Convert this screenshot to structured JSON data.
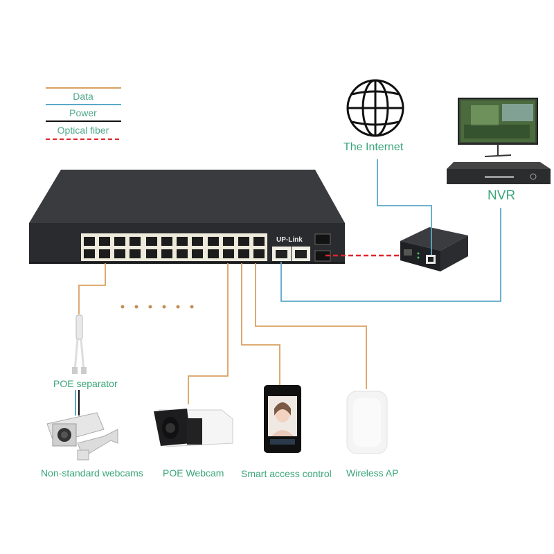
{
  "legend": {
    "items": [
      {
        "label": "Data",
        "color": "#d9a061",
        "style": "solid"
      },
      {
        "label": "Power",
        "color": "#5aa8c8",
        "style": "solid"
      },
      {
        "label": "Optical fiber",
        "color": "#111111",
        "style": "solid"
      },
      {
        "separator": "dashed",
        "color": "#e0242a"
      }
    ]
  },
  "nodes": {
    "internet": {
      "label": "The Internet",
      "icon": "globe-icon"
    },
    "nvr": {
      "label": "NVR",
      "icon": "monitor-nvr"
    },
    "switch": {
      "uplink_label": "UP-Link",
      "port_count": 24,
      "uplink_rj45": 2,
      "sfp_ports": 2
    },
    "media_converter": {
      "icon": "media-converter"
    },
    "poe_separator": {
      "label": "POE separator"
    },
    "devices": [
      {
        "label": "Non-standard webcams",
        "icon": "bullet-camera-mount"
      },
      {
        "label": "POE Webcam",
        "icon": "bullet-camera"
      },
      {
        "label": "Smart access control",
        "icon": "face-terminal"
      },
      {
        "label": "Wireless AP",
        "icon": "wireless-ap"
      }
    ]
  },
  "colors": {
    "data_line": "#d9a061",
    "power_line": "#5aa8c8",
    "fiber_line": "#e0242a",
    "label_green": "#3aa57a",
    "switch_body": "#2f3033"
  },
  "ellipsis": "• • • • • •"
}
